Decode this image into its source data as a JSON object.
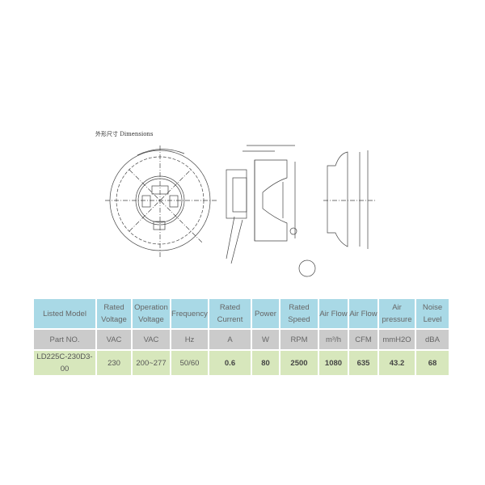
{
  "drawing": {
    "title": "外形尺寸 Dimensions"
  },
  "table": {
    "headers": [
      "Listed Model",
      "Rated Voltage",
      "Operation Voltage",
      "Frequency",
      "Rated Current",
      "Power",
      "Rated Speed",
      "Air Flow",
      "Air Flow",
      "Air pressure",
      "Noise Level"
    ],
    "units": [
      "Part NO.",
      "VAC",
      "VAC",
      "Hz",
      "A",
      "W",
      "RPM",
      "m³/h",
      "CFM",
      "mmH2O",
      "dBA"
    ],
    "values": [
      "LD225C-230D3-00",
      "230",
      "200~277",
      "50/60",
      "0.6",
      "80",
      "2500",
      "1080",
      "635",
      "43.2",
      "68"
    ]
  }
}
